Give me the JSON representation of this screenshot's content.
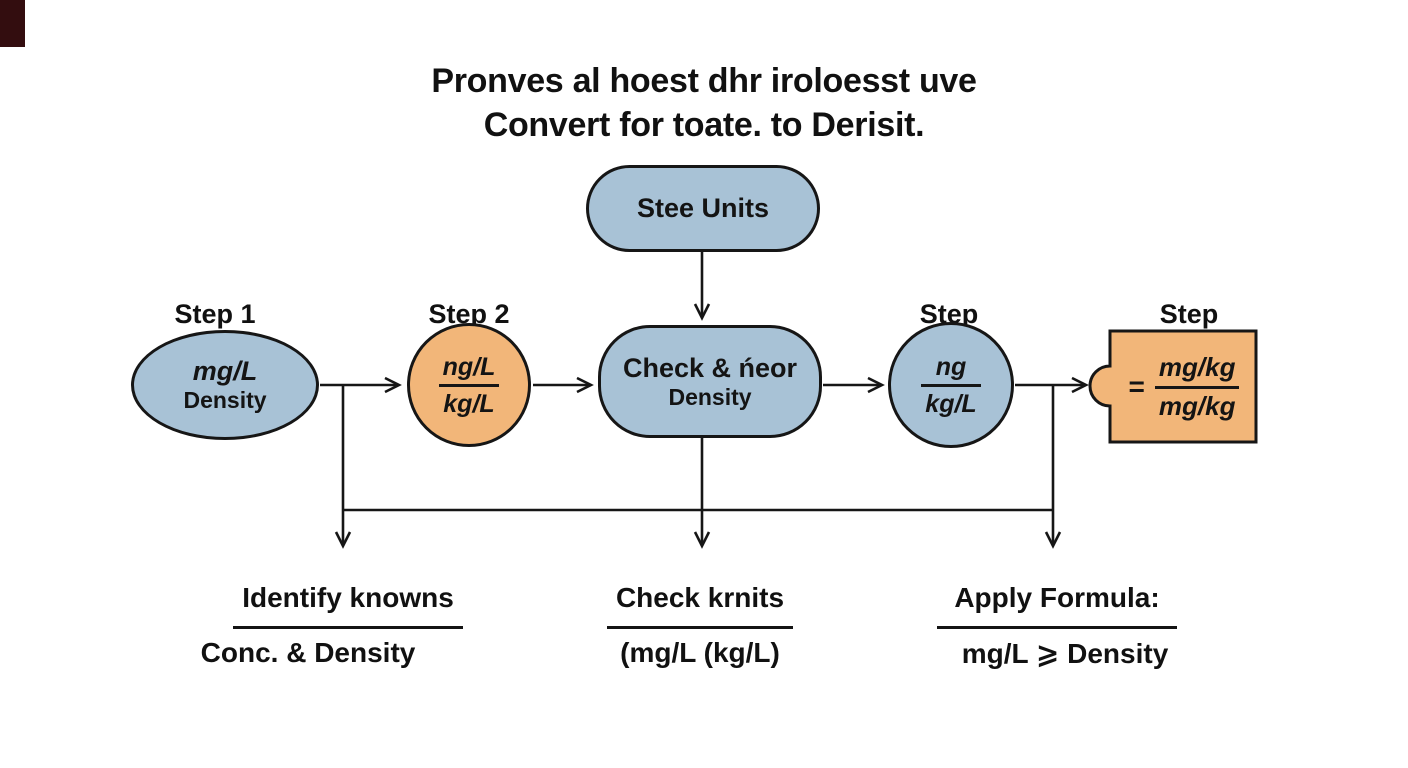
{
  "title": {
    "line1": "Pronves al hoest dhr iroloesst uve",
    "line2": "Convert for toate. to Derisit."
  },
  "colors": {
    "node_blue": "#a8c2d6",
    "node_orange": "#f2b679",
    "outline": "#161616",
    "background": "#ffffff",
    "corner_mark": "#330d0f"
  },
  "nodes": {
    "start": {
      "label": "Stee Units"
    },
    "step1": {
      "label": "Step 1",
      "line1": "mg/L",
      "line2": "Density"
    },
    "step2": {
      "label": "Step 2",
      "numerator": "ng/L",
      "denominator": "kg/L"
    },
    "center": {
      "line1": "Check & ńeor",
      "line2": "Density"
    },
    "step4": {
      "label": "Step",
      "numerator": "ng",
      "denominator": "kg/L"
    },
    "result": {
      "label": "Step",
      "equals": "=",
      "numerator": "mg/kg",
      "denominator": "mg/kg"
    }
  },
  "footnotes": [
    {
      "title": "Identify knowns",
      "detail": "Conc. & Density"
    },
    {
      "title": "Check krnits",
      "detail": "(mg/L (kg/L)"
    },
    {
      "title": "Apply Formula:",
      "detail": "mg/L ⩾ Density"
    }
  ]
}
